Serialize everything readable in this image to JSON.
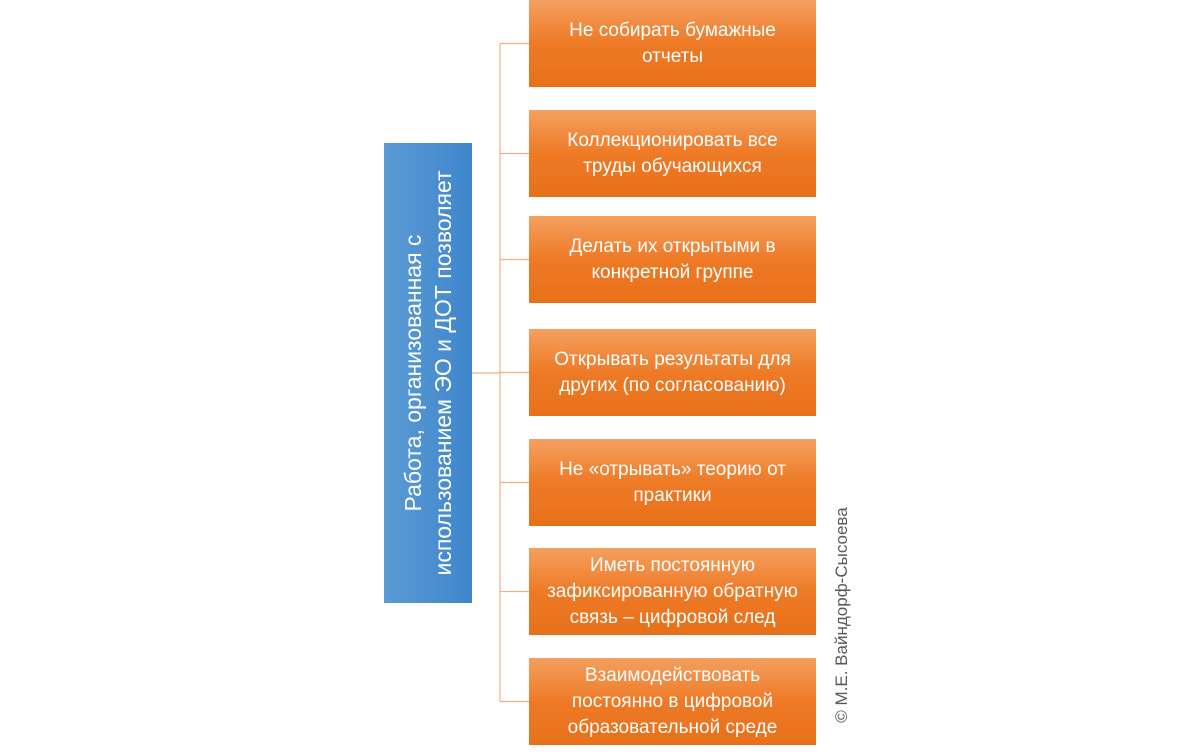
{
  "root": {
    "label": "Работа, организованная с использованием ЭО и ДОТ позволяет"
  },
  "children": [
    {
      "label": "Не собирать бумажные отчеты"
    },
    {
      "label": "Коллекционировать все труды обучающихся"
    },
    {
      "label": "Делать их открытыми в конкретной группе"
    },
    {
      "label": "Открывать результаты для других (по согласованию)"
    },
    {
      "label": "Не «отрывать» теорию от практики"
    },
    {
      "label": "Иметь постоянную зафиксированную обратную связь – цифровой след"
    },
    {
      "label": "Взаимодействовать постоянно в цифровой образовательной среде"
    }
  ],
  "copyright": "© М.Е. Вайндорф-Сысоева",
  "colors": {
    "root": "#4a90d2",
    "child": "#ed7d31",
    "connector": "#f4b183",
    "text": "#ffffff"
  }
}
